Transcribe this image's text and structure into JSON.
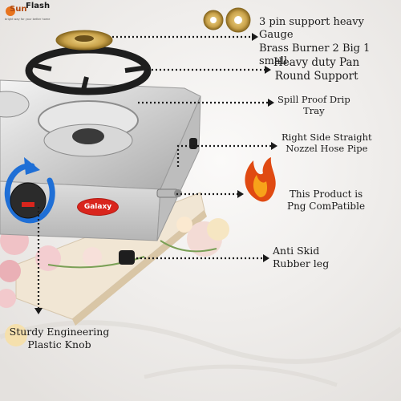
{
  "brand": {
    "name_1": "Sun",
    "name_2": "Flash",
    "tagline": "bright way for your better home",
    "accent": "#e8741e"
  },
  "badge_text": "Galaxy",
  "callouts": [
    {
      "line1": "3 pin support heavy Gauge",
      "line2": "Brass Burner 2 Big 1 small"
    },
    {
      "line1": "Heavy duty Pan",
      "line2": "Round Support"
    },
    {
      "line1": "Spill Proof Drip",
      "line2": "Tray"
    },
    {
      "line1": "Right Side Straight",
      "line2": "Nozzel Hose Pipe"
    },
    {
      "line1": "This Product is",
      "line2": "Png ComPatible"
    },
    {
      "line1": "Anti Skid",
      "line2": "Rubber leg"
    },
    {
      "line1": "Sturdy Engineering",
      "line2": "Plastic Knob"
    }
  ],
  "colors": {
    "arrow": "#1a1a1a",
    "rotate_arrow": "#1f6fd6",
    "flame_outer": "#e04a12",
    "flame_inner": "#f7a21a",
    "brass": "#c9a24a"
  }
}
